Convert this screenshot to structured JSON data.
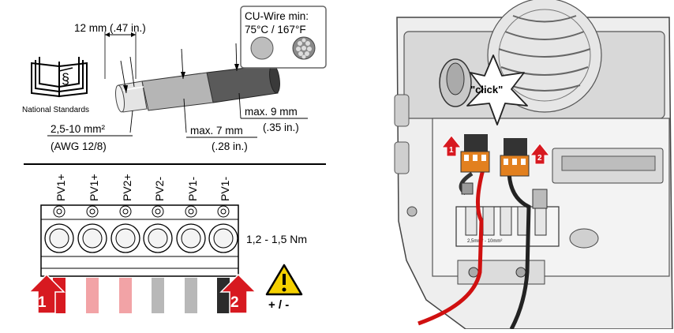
{
  "strip": {
    "length_label": "12 mm (.47 in.)",
    "cross_section": "2,5-10 mm²",
    "awg": "(AWG 12/8)",
    "insulation_max": "max. 7 mm",
    "insulation_max_in": "(.28 in.)",
    "jacket_max": "max. 9 mm",
    "jacket_max_in": "(.35 in.)"
  },
  "standards_label": "National Standards",
  "wire_spec": {
    "title": "CU-Wire min:",
    "temp": "75°C / 167°F"
  },
  "terminals": {
    "labels": [
      "PV1+",
      "PV1+",
      "PV2+",
      "PV2-",
      "PV1-",
      "PV1-"
    ]
  },
  "torque": "1,2 - 1,5 Nm",
  "polarity": "+ / -",
  "steps": {
    "step1": "1",
    "step2": "2"
  },
  "photo": {
    "click": "\"click\"",
    "arrow1": "1",
    "arrow2": "2",
    "strip_label": "2,5mm² - 10mm²"
  },
  "colors": {
    "red_arrow": "#d71920",
    "wire_red": "#d01010",
    "warning": "#f5d000"
  }
}
